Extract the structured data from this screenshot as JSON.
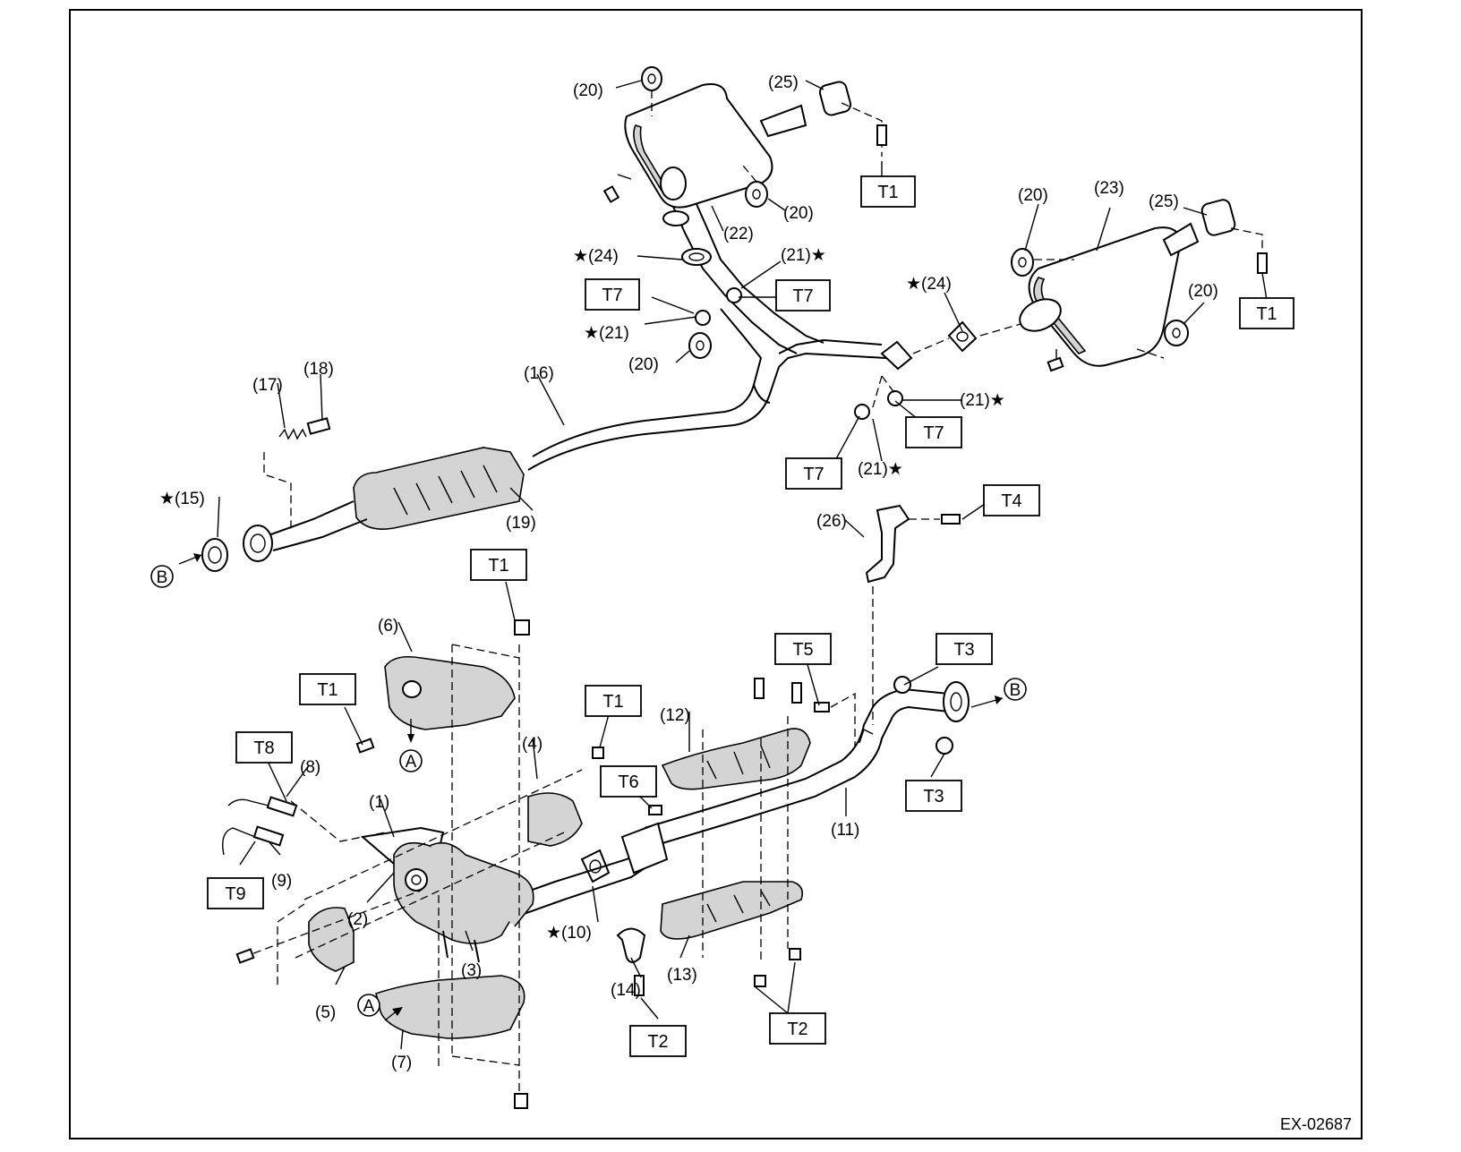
{
  "diagram": {
    "code": "EX-02687",
    "callouts": [
      {
        "id": "c20a",
        "text": "(20)"
      },
      {
        "id": "c25a",
        "text": "(25)"
      },
      {
        "id": "c22",
        "text": "(22)"
      },
      {
        "id": "c20b",
        "text": "(20)"
      },
      {
        "id": "c24a",
        "text": "★(24)"
      },
      {
        "id": "c21a",
        "text": "(21)★"
      },
      {
        "id": "c21b",
        "text": "★(21)"
      },
      {
        "id": "c20c",
        "text": "(20)"
      },
      {
        "id": "c20d",
        "text": "(20)"
      },
      {
        "id": "c23",
        "text": "(23)"
      },
      {
        "id": "c25b",
        "text": "(25)"
      },
      {
        "id": "c24b",
        "text": "★(24)"
      },
      {
        "id": "c20e",
        "text": "(20)"
      },
      {
        "id": "c21c",
        "text": "(21)★"
      },
      {
        "id": "c21d",
        "text": "(21)★"
      },
      {
        "id": "c16",
        "text": "(16)"
      },
      {
        "id": "c17",
        "text": "(17)"
      },
      {
        "id": "c18",
        "text": "(18)"
      },
      {
        "id": "c15",
        "text": "★(15)"
      },
      {
        "id": "c19",
        "text": "(19)"
      },
      {
        "id": "c26",
        "text": "(26)"
      },
      {
        "id": "c6",
        "text": "(6)"
      },
      {
        "id": "c8",
        "text": "(8)"
      },
      {
        "id": "c1",
        "text": "(1)"
      },
      {
        "id": "c9",
        "text": "(9)"
      },
      {
        "id": "c2",
        "text": "(2)"
      },
      {
        "id": "c4",
        "text": "(4)"
      },
      {
        "id": "c3",
        "text": "(3)"
      },
      {
        "id": "c5",
        "text": "(5)"
      },
      {
        "id": "c7",
        "text": "(7)"
      },
      {
        "id": "c10",
        "text": "★(10)"
      },
      {
        "id": "c14",
        "text": "(14)"
      },
      {
        "id": "c13",
        "text": "(13)"
      },
      {
        "id": "c12",
        "text": "(12)"
      },
      {
        "id": "c11",
        "text": "(11)"
      }
    ],
    "torque_boxes": [
      {
        "id": "bT1a",
        "text": "T1"
      },
      {
        "id": "bT1b",
        "text": "T1"
      },
      {
        "id": "bT7a",
        "text": "T7"
      },
      {
        "id": "bT7b",
        "text": "T7"
      },
      {
        "id": "bT7c",
        "text": "T7"
      },
      {
        "id": "bT7d",
        "text": "T7"
      },
      {
        "id": "bT4",
        "text": "T4"
      },
      {
        "id": "bT1c",
        "text": "T1"
      },
      {
        "id": "bT5",
        "text": "T5"
      },
      {
        "id": "bT3a",
        "text": "T3"
      },
      {
        "id": "bT3b",
        "text": "T3"
      },
      {
        "id": "bT1d",
        "text": "T1"
      },
      {
        "id": "bT1e",
        "text": "T1"
      },
      {
        "id": "bT8",
        "text": "T8"
      },
      {
        "id": "bT6",
        "text": "T6"
      },
      {
        "id": "bT9",
        "text": "T9"
      },
      {
        "id": "bT2a",
        "text": "T2"
      },
      {
        "id": "bT2b",
        "text": "T2"
      }
    ],
    "ref_markers": [
      {
        "id": "mBa",
        "text": "B"
      },
      {
        "id": "mBb",
        "text": "B"
      },
      {
        "id": "mAa",
        "text": "A"
      },
      {
        "id": "mAb",
        "text": "A"
      }
    ]
  }
}
